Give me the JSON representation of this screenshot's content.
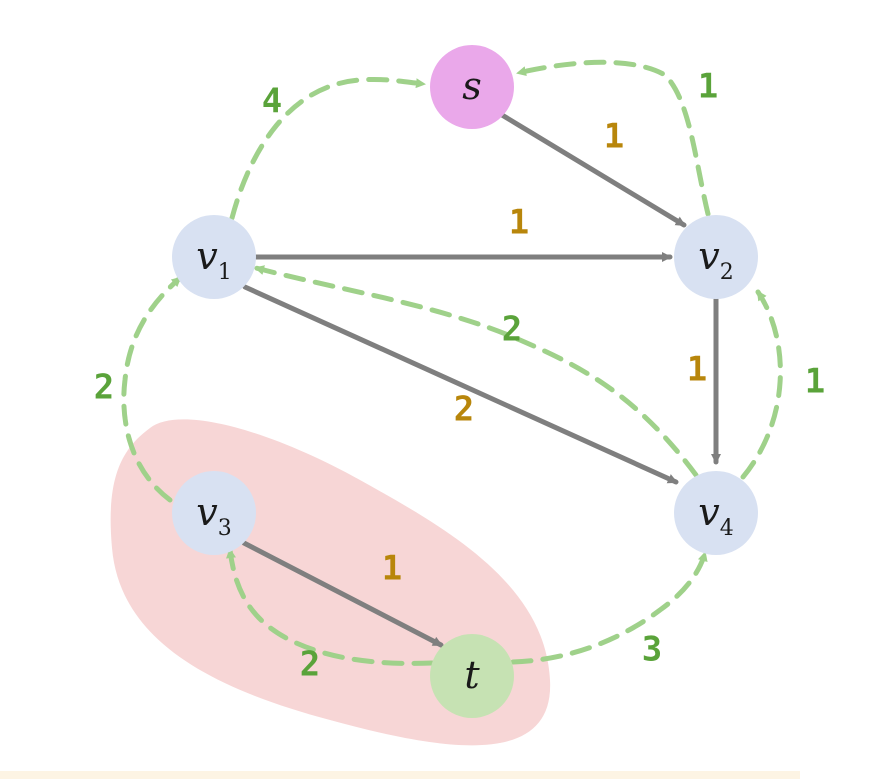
{
  "colors": {
    "source_fill": "#eaa8ea",
    "sink_fill": "#c6e2b3",
    "node_fill": "#d8e1f2",
    "solid_edge": "#7f7f7f",
    "dashed_edge": "#9fd18a",
    "capacity_label": "#b8860b",
    "residual_label": "#5aa33a",
    "cut_region": "#f7d6d6",
    "bottom_strip": "#fdf4e4"
  },
  "nodes": [
    {
      "id": "s",
      "label": "s",
      "sub": "",
      "kind": "source"
    },
    {
      "id": "v1",
      "label": "v",
      "sub": "1",
      "kind": "inner"
    },
    {
      "id": "v2",
      "label": "v",
      "sub": "2",
      "kind": "inner"
    },
    {
      "id": "v3",
      "label": "v",
      "sub": "3",
      "kind": "inner"
    },
    {
      "id": "v4",
      "label": "v",
      "sub": "4",
      "kind": "inner"
    },
    {
      "id": "t",
      "label": "t",
      "sub": "",
      "kind": "sink"
    }
  ],
  "solid_edges": [
    {
      "from": "s",
      "to": "v2",
      "label": "1"
    },
    {
      "from": "v1",
      "to": "v2",
      "label": "1"
    },
    {
      "from": "v1",
      "to": "v4",
      "label": "2"
    },
    {
      "from": "v2",
      "to": "v4",
      "label": "1"
    },
    {
      "from": "v3",
      "to": "t",
      "label": "1"
    }
  ],
  "dashed_edges": [
    {
      "from": "v1",
      "to": "s",
      "label": "4"
    },
    {
      "from": "v2",
      "to": "s",
      "label": "1"
    },
    {
      "from": "v4",
      "to": "v1",
      "label": "2"
    },
    {
      "from": "v4",
      "to": "v2",
      "label": "1"
    },
    {
      "from": "v3",
      "to": "v1",
      "label": "2"
    },
    {
      "from": "t",
      "to": "v3",
      "label": "2"
    },
    {
      "from": "t",
      "to": "v4",
      "label": "3"
    }
  ]
}
